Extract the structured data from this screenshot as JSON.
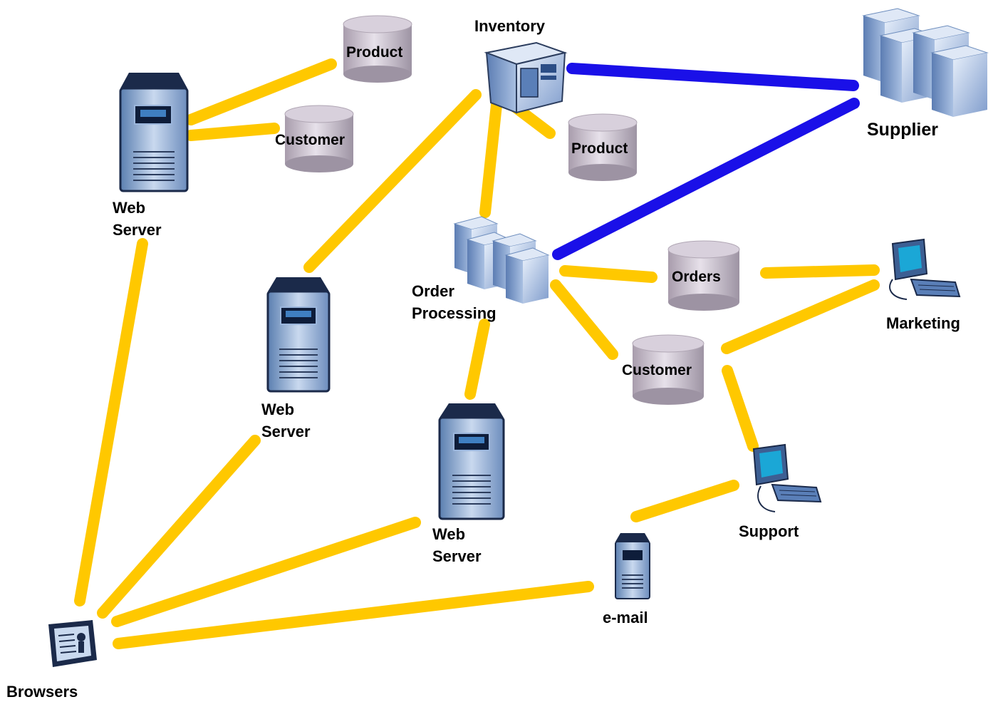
{
  "diagram": {
    "labels": {
      "inventory": "Inventory",
      "supplier": "Supplier",
      "web_server_1": [
        "Web",
        "Server"
      ],
      "web_server_2": [
        "Web",
        "Server"
      ],
      "web_server_3": [
        "Web",
        "Server"
      ],
      "order_processing": [
        "Order",
        "Processing"
      ],
      "marketing": "Marketing",
      "support": "Support",
      "email": "e-mail",
      "browsers": "Browsers",
      "db_product_1": "Product",
      "db_customer_1": "Customer",
      "db_product_2": "Product",
      "db_orders": "Orders",
      "db_customer_2": "Customer"
    },
    "link_colors": {
      "internal": "#ffc800",
      "supplier": "#1a10e8"
    },
    "icons": {
      "server": "server-tower-icon",
      "database": "database-cylinder-icon",
      "multi_server": "server-rack-icon",
      "workstation": "computer-workstation-icon",
      "browser": "browser-device-icon"
    }
  }
}
